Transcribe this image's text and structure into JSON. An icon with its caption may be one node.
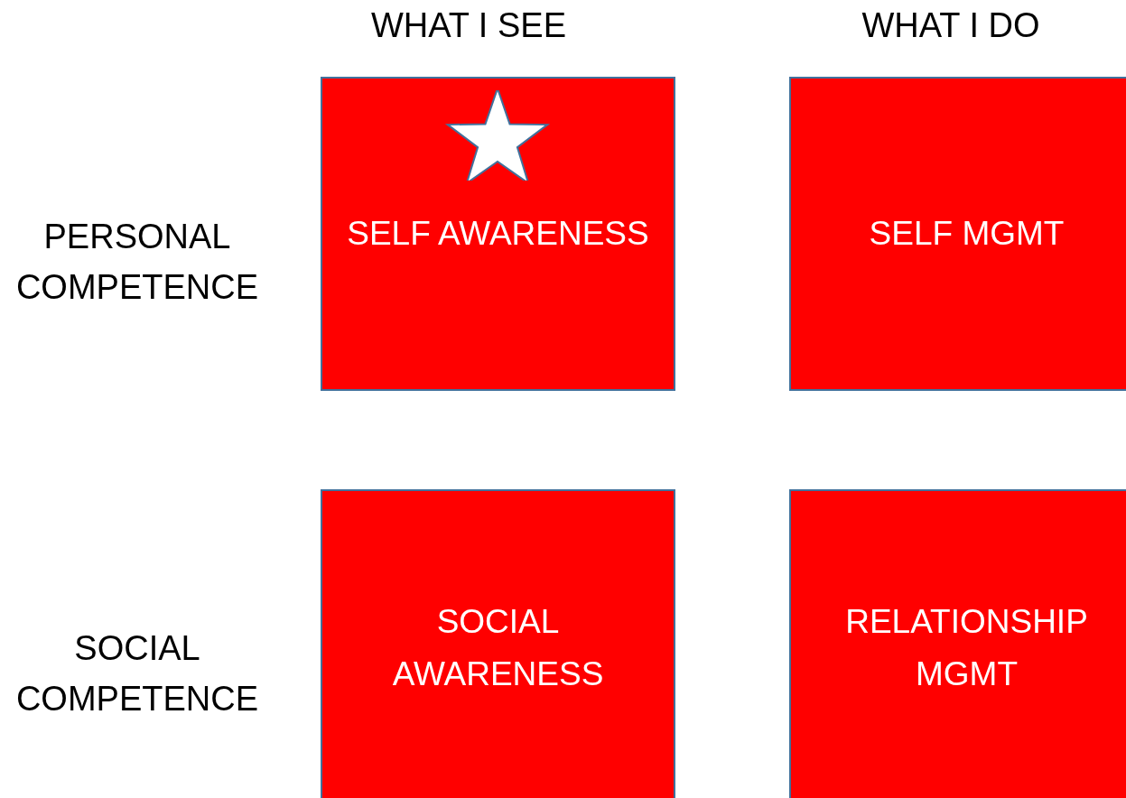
{
  "diagram": {
    "nodes": [
      {
        "text": [
          "SELF AWARENESS"
        ]
      },
      {
        "text": [
          "SELF MGMT"
        ]
      },
      {
        "text": [
          "SOCIAL AWARENESS"
        ]
      },
      {
        "text": [
          "RELATIONSHIP MGMT"
        ]
      }
    ],
    "labels": [
      "WHAT I SEE",
      "WHAT I DO",
      "PERSONAL COMPETENCE",
      "SOCIAL COMPETENCE"
    ]
  }
}
